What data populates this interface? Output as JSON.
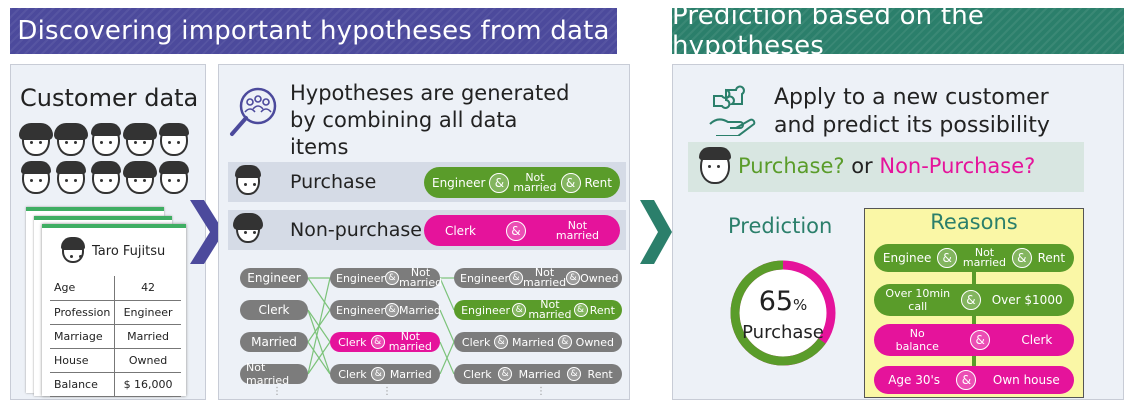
{
  "banners": {
    "left": "Discovering important hypotheses from data",
    "right": "Prediction based on the hypotheses"
  },
  "customer": {
    "title": "Customer data",
    "card_name": "Taro Fujitsu",
    "rows": [
      {
        "k": "Age",
        "v": "42"
      },
      {
        "k": "Profession",
        "v": "Engineer"
      },
      {
        "k": "Marriage",
        "v": "Married"
      },
      {
        "k": "House",
        "v": "Owned"
      },
      {
        "k": "Balance",
        "v": "$ 16,000"
      }
    ]
  },
  "hyp": {
    "title_l1": "Hypotheses are generated",
    "title_l2": "by combining all data",
    "title_l3": "items",
    "purchase_label": "Purchase",
    "nonpurchase_label": "Non-purchase",
    "amp": "&",
    "p1": "Engineer",
    "p2": "Not",
    "p2b": "married",
    "p3": "Rent",
    "n1": "Clerk",
    "n2": "Not",
    "n2b": "married",
    "col1": [
      "Engineer",
      "Clerk",
      "Married",
      "Not married"
    ],
    "c2a": "Engineer",
    "c2b": "Not",
    "c2c": "married",
    "c3a": "Engineer",
    "c3b": "Married",
    "c4a": "Clerk",
    "c4b": "Not",
    "c4c": "married",
    "c5a": "Clerk",
    "c5b": "Married",
    "d1a": "Engineer",
    "d1b": "Not",
    "d1c": "married",
    "d1d": "Owned",
    "d2a": "Engineer",
    "d2b": "Not",
    "d2c": "married",
    "d2d": "Rent",
    "d3a": "Clerk",
    "d3b": "Married",
    "d3d": "Owned",
    "d4a": "Clerk",
    "d4b": "Married",
    "d4d": "Rent",
    "dots": "⋮"
  },
  "pred": {
    "title_l1": "Apply to a new customer",
    "title_l2": "and predict its possibility",
    "q_purchase": "Purchase?",
    "q_or": " or ",
    "q_non": "Non-Purchase?",
    "prediction_label": "Prediction",
    "percent_value": "65",
    "percent_sign": "%",
    "percent": 65,
    "donut_label": "Purchase",
    "reasons_title": "Reasons",
    "r1a": "Enginee",
    "r1b": "Not",
    "r1c": "married",
    "r1d": "Rent",
    "r2a": "Over 10min",
    "r2b": "call",
    "r2d": "Over $1000",
    "r3a": "No",
    "r3b": "balance",
    "r3d": "Clerk",
    "r4a": "Age 30's",
    "r4d": "Own house"
  },
  "colors": {
    "green": "#5a9c2a",
    "pink": "#e5139b",
    "blue": "#4c4a9c",
    "teal": "#2b7f6b"
  }
}
